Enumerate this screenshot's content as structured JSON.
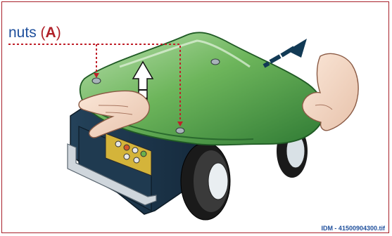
{
  "label": {
    "prefix": "nuts ",
    "open_bracket": "(",
    "letter": "A",
    "close_bracket": ")"
  },
  "caption": "IDM - 41500904300.tif",
  "colors": {
    "border": "#a8202a",
    "label_blue": "#1e4f9c",
    "label_red": "#b02028",
    "body_green": "#5aa54a",
    "callout_line": "#c0202a",
    "arrow_navy": "#123a55"
  },
  "icons": [
    "up-arrow-icon",
    "direction-arrow-icon"
  ]
}
